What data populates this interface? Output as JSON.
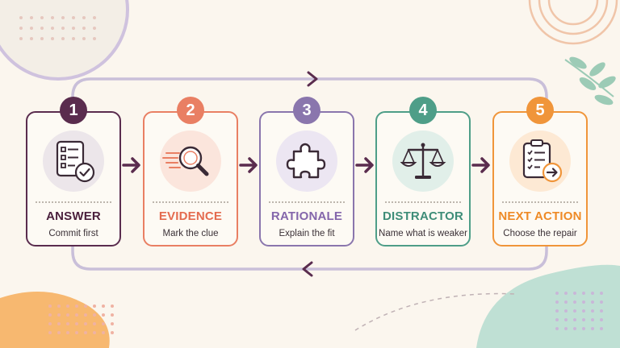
{
  "colors": {
    "background": "#fbf6ee",
    "loop": "#c9bfd9",
    "arrow": "#5a2c4e",
    "step1": "#5a2c4e",
    "step2": "#e97f63",
    "step3": "#8a76ad",
    "step4": "#4e9e88",
    "step5": "#f0953a"
  },
  "steps": [
    {
      "number": "1",
      "title": "ANSWER",
      "subtitle": "Commit first",
      "icon": "checklist-check-icon",
      "color": "#5a2c4e",
      "tint": "#ece6ea",
      "titleColor": "#4a1f3c"
    },
    {
      "number": "2",
      "title": "EVIDENCE",
      "subtitle": "Mark the clue",
      "icon": "magnifier-icon",
      "color": "#e97f63",
      "tint": "#fbe5dc",
      "titleColor": "#e46b4f"
    },
    {
      "number": "3",
      "title": "RATIONALE",
      "subtitle": "Explain the fit",
      "icon": "puzzle-piece-icon",
      "color": "#8a76ad",
      "tint": "#ece6f2",
      "titleColor": "#8466ab"
    },
    {
      "number": "4",
      "title": "DISTRACTOR",
      "subtitle": "Name what is weaker",
      "icon": "balance-scale-icon",
      "color": "#4e9e88",
      "tint": "#e1efe9",
      "titleColor": "#3e8d78"
    },
    {
      "number": "5",
      "title": "NEXT ACTION",
      "subtitle": "Choose the repair",
      "icon": "clipboard-arrow-icon",
      "color": "#f0953a",
      "tint": "#fde9d4",
      "titleColor": "#ee8a26"
    }
  ]
}
